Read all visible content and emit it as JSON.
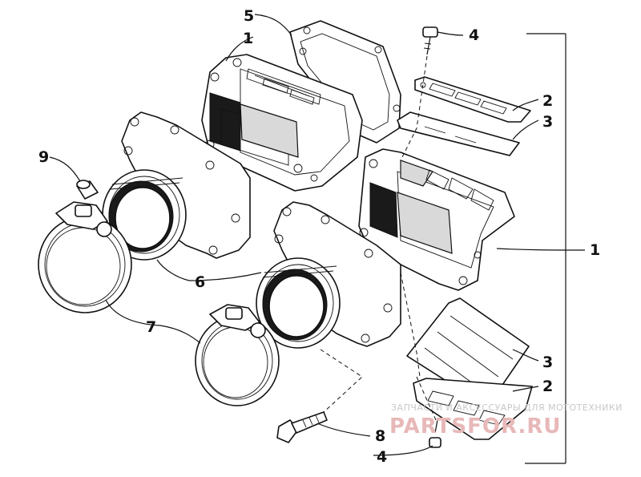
{
  "callouts": {
    "c1_top": "1",
    "c1_right": "1",
    "c2_top": "2",
    "c2_bottom": "2",
    "c3_top": "3",
    "c3_bottom": "3",
    "c4_top": "4",
    "c4_bottom": "4",
    "c5": "5",
    "c6": "6",
    "c7": "7",
    "c8": "8",
    "c9": "9"
  },
  "watermark": {
    "tagline": "ЗАПЧАСТИ И АКСЕССУАРЫ ДЛЯ МОТОТЕХНИКИ",
    "brand": "PARTSFOR.RU"
  }
}
